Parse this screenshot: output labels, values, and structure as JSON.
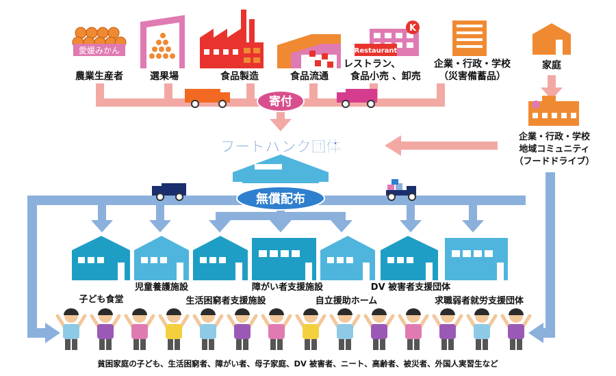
{
  "donors": [
    {
      "label": "農業生産者",
      "sublabel": "愛媛みかん"
    },
    {
      "label": "選果場"
    },
    {
      "label": "食品製造"
    },
    {
      "label": "食品流通"
    },
    {
      "label_lines": [
        "レストラン、",
        "食品小売 、卸売"
      ],
      "sign": "Restaurant",
      "logo": "K"
    },
    {
      "label_lines": [
        "企業・行政・学校",
        "（災害備蓄品）"
      ]
    },
    {
      "label": "家庭"
    }
  ],
  "donation_label": "寄付",
  "food_drive_lines": [
    "企業・行政・学校",
    "地域コミュニティ",
    "（フードドライブ）"
  ],
  "central_title": "フードバンク団体",
  "distribution_label": "無償配布",
  "recipient_facilities": [
    "子ども食堂",
    "児童養護施設",
    "生活困窮者支援施設",
    "障がい者支援施設",
    "自立援助ホーム",
    "DV 被害者支援団体",
    "求職弱者就労支援団体"
  ],
  "beneficiaries_caption": "貧困家庭の子ども、生活困窮者、障がい者、母子家庭、DV 被害者、ニート、高齢者、被災者、外国人実習生など",
  "colors": {
    "donation_flow": "#f2a9a4",
    "distribution_flow": "#8bb0dc",
    "title_blue": "#1a63b5",
    "house_blue": "#4fb5dd",
    "house_teal": "#1f9ec5",
    "badge_blue": "#2f7fcf",
    "badge_pink": "#d94f8d",
    "accent_orange": "#f08a32",
    "factory_red": "#e8332e",
    "pink": "#e07ab2",
    "truck_blue": "#1b2f6e",
    "cargo_orange": "#f26a21",
    "cargo_pink": "#d63c8d"
  },
  "icons": [
    "mikan-crate-icon",
    "sorting-shed-icon",
    "factory-icon",
    "warehouse-icon",
    "restaurant-icon",
    "office-building-icon",
    "home-icon",
    "school-icon",
    "delivery-truck-icon",
    "person-icon",
    "foodbank-building-icon",
    "facility-house-icon"
  ]
}
